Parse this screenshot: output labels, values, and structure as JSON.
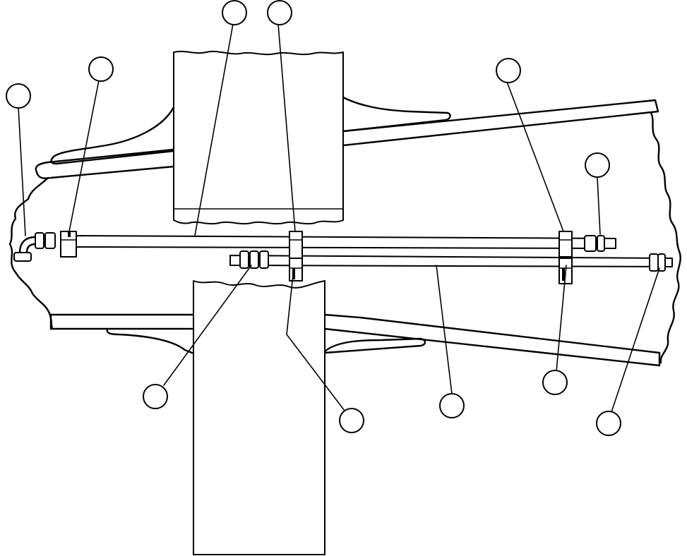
{
  "diagram": {
    "colors": {
      "line": "#000000",
      "background": "#ffffff"
    },
    "callouts": [
      {
        "id": "callout-1",
        "label": ""
      },
      {
        "id": "callout-2",
        "label": ""
      },
      {
        "id": "callout-3",
        "label": ""
      },
      {
        "id": "callout-4",
        "label": ""
      },
      {
        "id": "callout-5",
        "label": ""
      },
      {
        "id": "callout-6",
        "label": ""
      },
      {
        "id": "callout-7",
        "label": ""
      },
      {
        "id": "callout-8",
        "label": ""
      },
      {
        "id": "callout-9",
        "label": ""
      },
      {
        "id": "callout-10",
        "label": ""
      },
      {
        "id": "callout-11",
        "label": ""
      },
      {
        "id": "callout-12",
        "label": ""
      }
    ]
  }
}
